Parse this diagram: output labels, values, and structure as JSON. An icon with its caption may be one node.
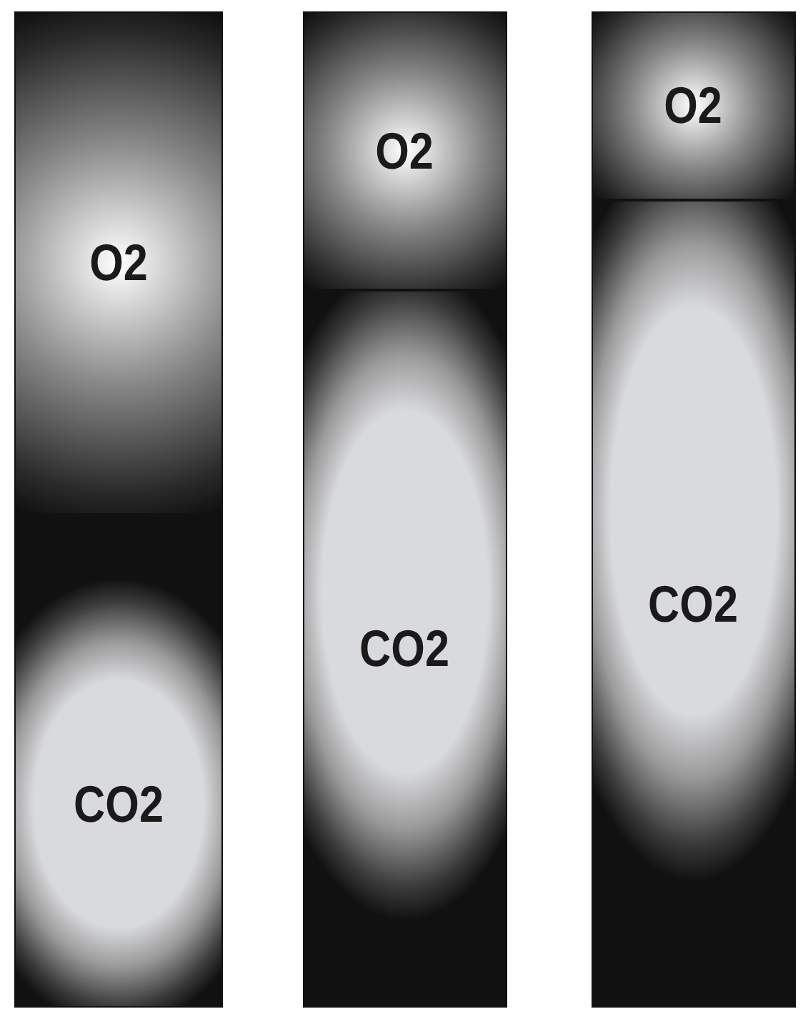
{
  "diagram": {
    "nodes": [
      {
        "text": [
          "O2"
        ]
      },
      {
        "text": [
          "CO2"
        ]
      },
      {
        "text": [
          "O2"
        ]
      },
      {
        "text": [
          "CO2"
        ]
      },
      {
        "text": [
          "O2"
        ]
      },
      {
        "text": [
          "CO2"
        ]
      }
    ]
  }
}
